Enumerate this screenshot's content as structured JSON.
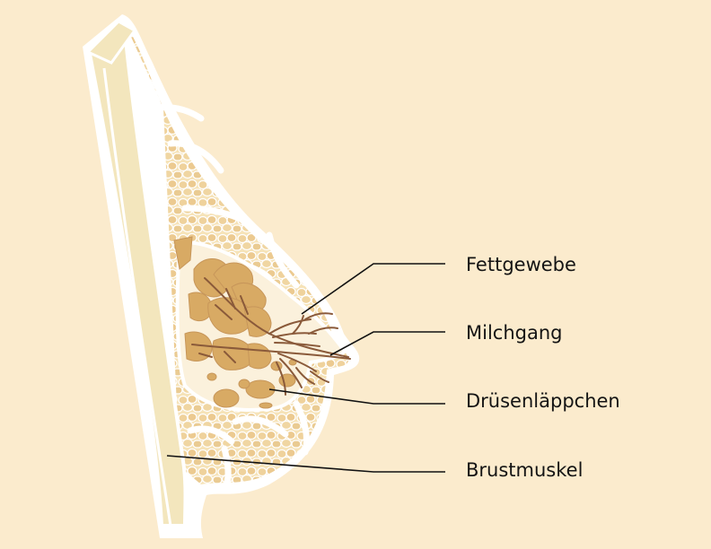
{
  "colors": {
    "background": "#fbebcd",
    "fat_tissue": "#f0d9a8",
    "fat_outline": "#ffffff",
    "muscle": "#f3e6bd",
    "gland_lobule": "#d8aa64",
    "milk_duct": "#8a5a3a",
    "leader_line": "#111111"
  },
  "labels": {
    "fat_tissue": "Fettgewebe",
    "milk_duct": "Milchgang",
    "gland_lobules": "Drüsenläppchen",
    "chest_muscle": "Brustmuskel"
  }
}
